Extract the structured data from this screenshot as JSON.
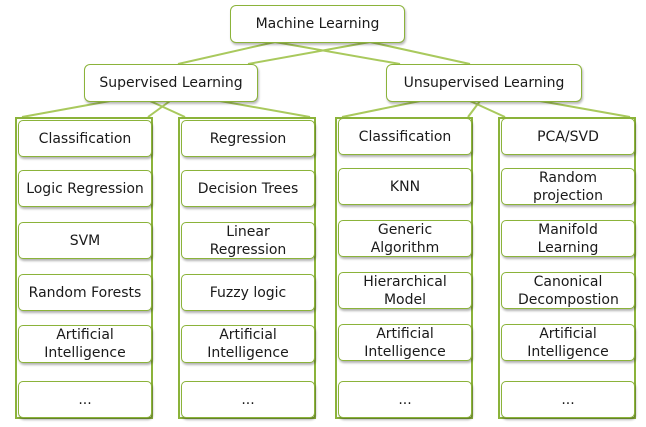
{
  "root": {
    "label": "Machine Learning"
  },
  "branches": [
    {
      "label": "Supervised Learning",
      "columns": [
        {
          "items": [
            "Classification",
            "Logic Regression",
            "SVM",
            "Random Forests",
            "Artificial Intelligence",
            "..."
          ]
        },
        {
          "items": [
            "Regression",
            "Decision Trees",
            "Linear Regression",
            "Fuzzy logic",
            "Artificial Intelligence",
            "..."
          ]
        }
      ]
    },
    {
      "label": "Unsupervised Learning",
      "columns": [
        {
          "items": [
            "Classification",
            "KNN",
            "Generic Algorithm",
            "Hierarchical Model",
            "Artificial Intelligence",
            "..."
          ]
        },
        {
          "items": [
            "PCA/SVD",
            "Random projection",
            "Manifold Learning",
            "Canonical Decompostion",
            "Artificial Intelligence",
            "..."
          ]
        }
      ]
    }
  ],
  "colors": {
    "border": "#8bb33a",
    "connector": "#a9c95d",
    "background": "#ffffff"
  }
}
